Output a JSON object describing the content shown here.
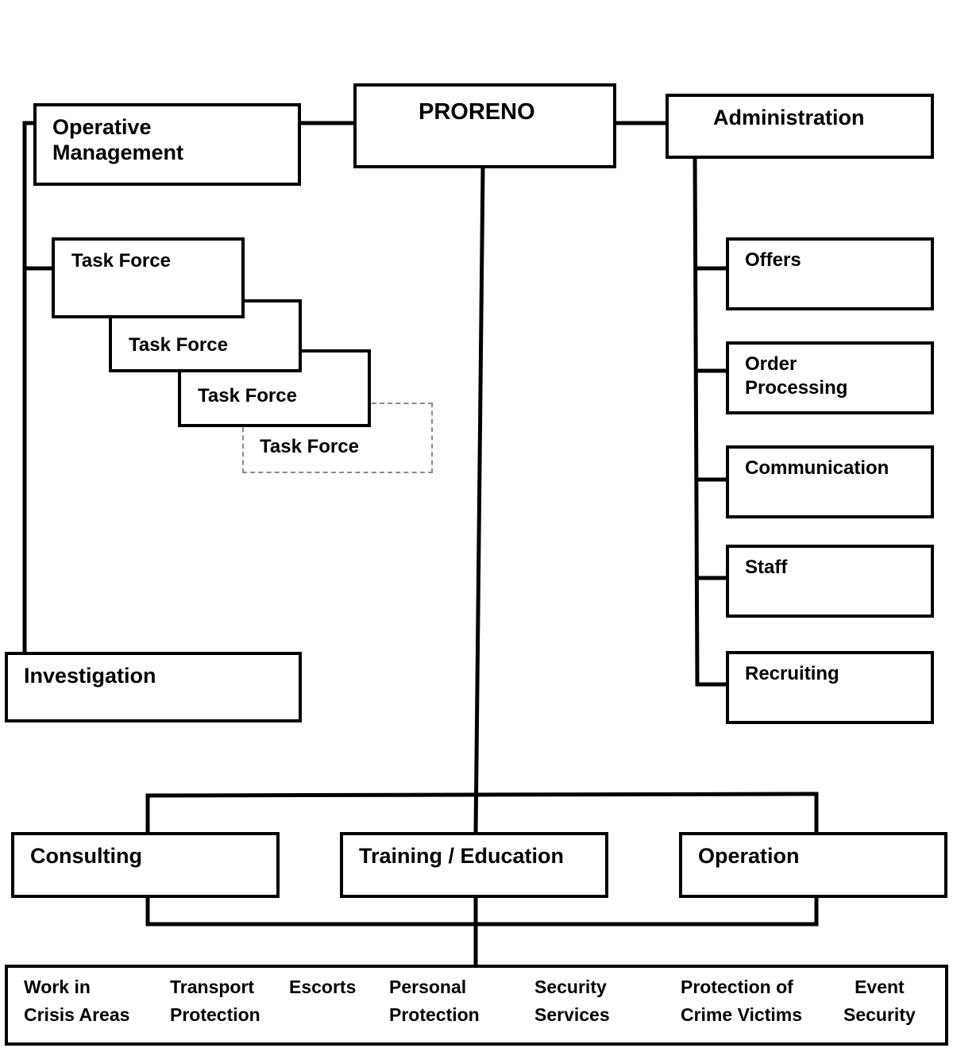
{
  "root": "PRORENO",
  "left": {
    "operative_management": "Operative\nManagement",
    "task_forces": [
      "Task Force",
      "Task Force",
      "Task Force",
      "Task Force"
    ],
    "investigation": "Investigation"
  },
  "right": {
    "administration": "Administration",
    "items": [
      "Offers",
      "Order\nProcessing",
      "Communication",
      "Staff",
      "Recruiting"
    ]
  },
  "bottom": {
    "departments": [
      "Consulting",
      "Training / Education",
      "Operation"
    ],
    "services": [
      "Work in\nCrisis Areas",
      "Transport\nProtection",
      "Escorts",
      "Personal\nProtection",
      "Security\nServices",
      "Protection of\nCrime Victims",
      "Event\nSecurity"
    ]
  }
}
